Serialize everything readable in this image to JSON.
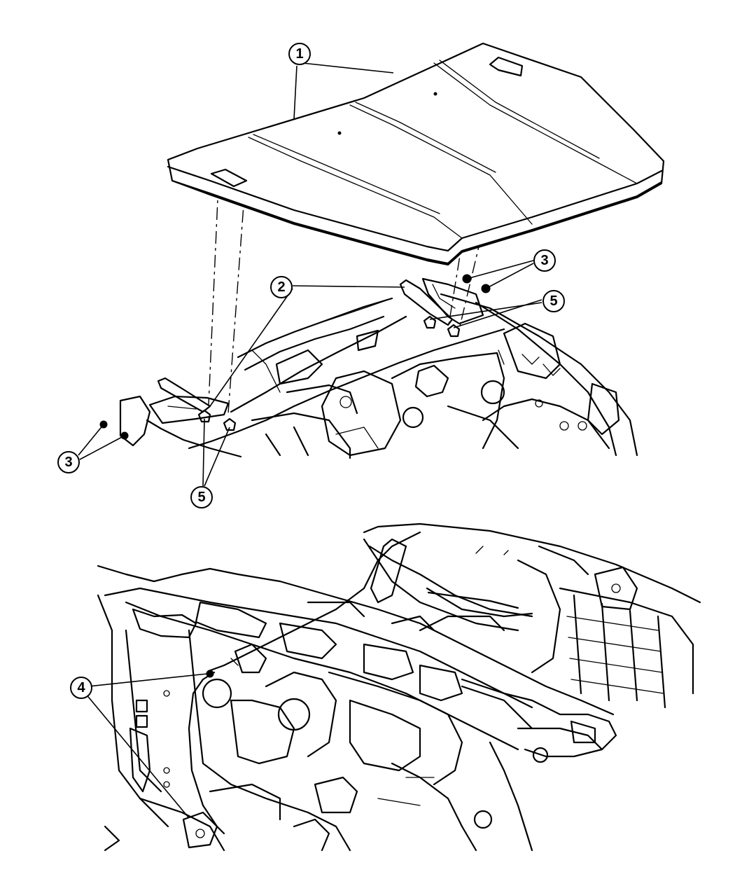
{
  "callouts": {
    "c1": "1",
    "c2": "2",
    "c3a": "3",
    "c3b": "3",
    "c4": "4",
    "c5a": "5",
    "c5b": "5"
  },
  "icons": {
    "hood": "hood-panel-drawing",
    "hinge": "hood-hinge-drawing",
    "nut": "nut-drawing",
    "bolt": "bolt-drawing",
    "cable": "hood-release-cable-drawing"
  }
}
